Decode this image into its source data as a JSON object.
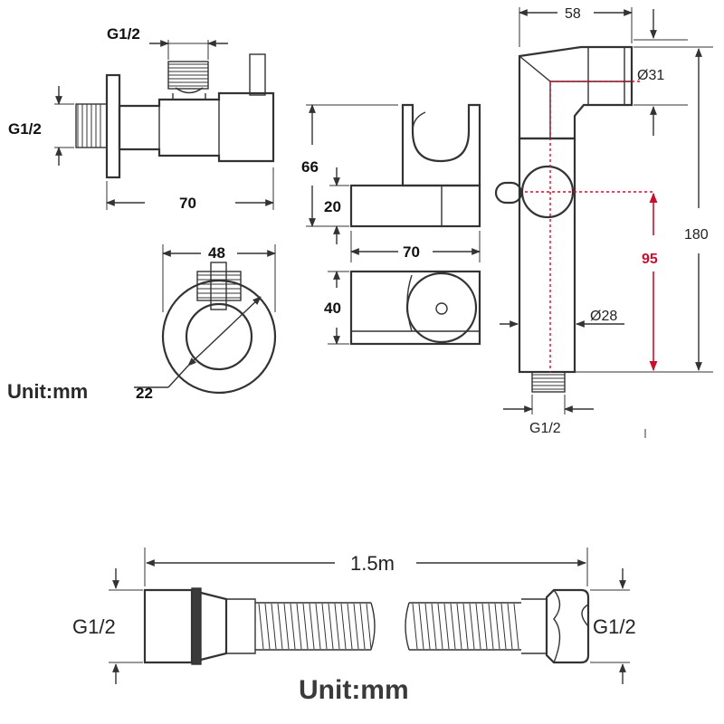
{
  "valve": {
    "thread_top": "G1/2",
    "thread_left": "G1/2",
    "length": "70",
    "diameter": "48",
    "bore": "22",
    "unit": "Unit:mm"
  },
  "holder": {
    "height_total": "66",
    "height_base": "20",
    "width": "70",
    "depth": "40"
  },
  "sprayer": {
    "width": "58",
    "head_diameter": "Ø31",
    "total_height": "180",
    "lower_height": "95",
    "handle_diameter": "Ø28",
    "thread": "G1/2",
    "accent_color": "#c8102e"
  },
  "hose": {
    "length": "1.5m",
    "thread_left": "G1/2",
    "thread_right": "G1/2",
    "unit": "Unit:mm"
  }
}
